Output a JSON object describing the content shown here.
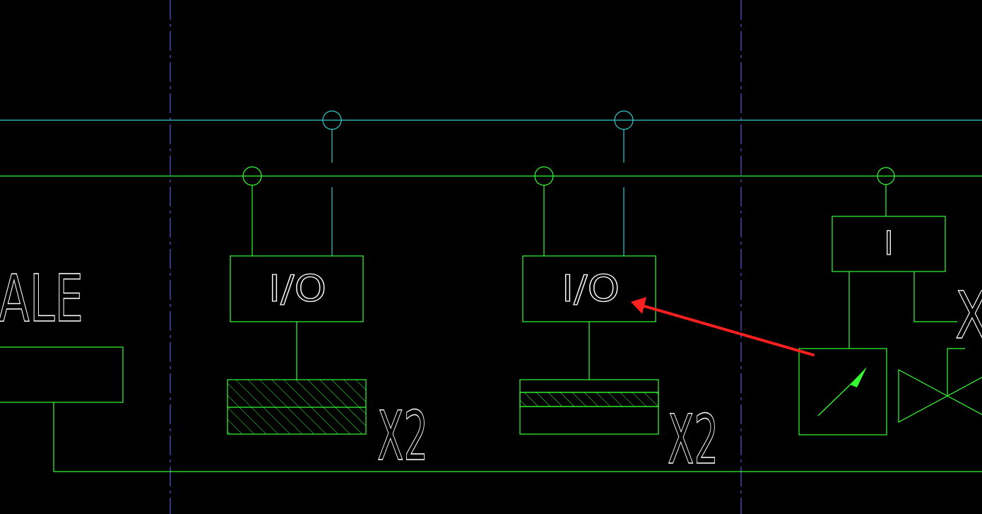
{
  "colors": {
    "background": "#000000",
    "green": "#33ff33",
    "cyan": "#33cccc",
    "blue": "#5a5ad2",
    "annotation": "#ff2020"
  },
  "labels": {
    "left_partial": "ALE",
    "io_1": "I/O",
    "io_2": "I/O",
    "multiplier_1": "X2",
    "multiplier_2": "X2",
    "right_box": "I",
    "right_partial": "X"
  },
  "icons": {
    "arrow": "arrow-annotation-icon",
    "gauge": "gauge-needle-icon",
    "valve": "valve-icon"
  }
}
